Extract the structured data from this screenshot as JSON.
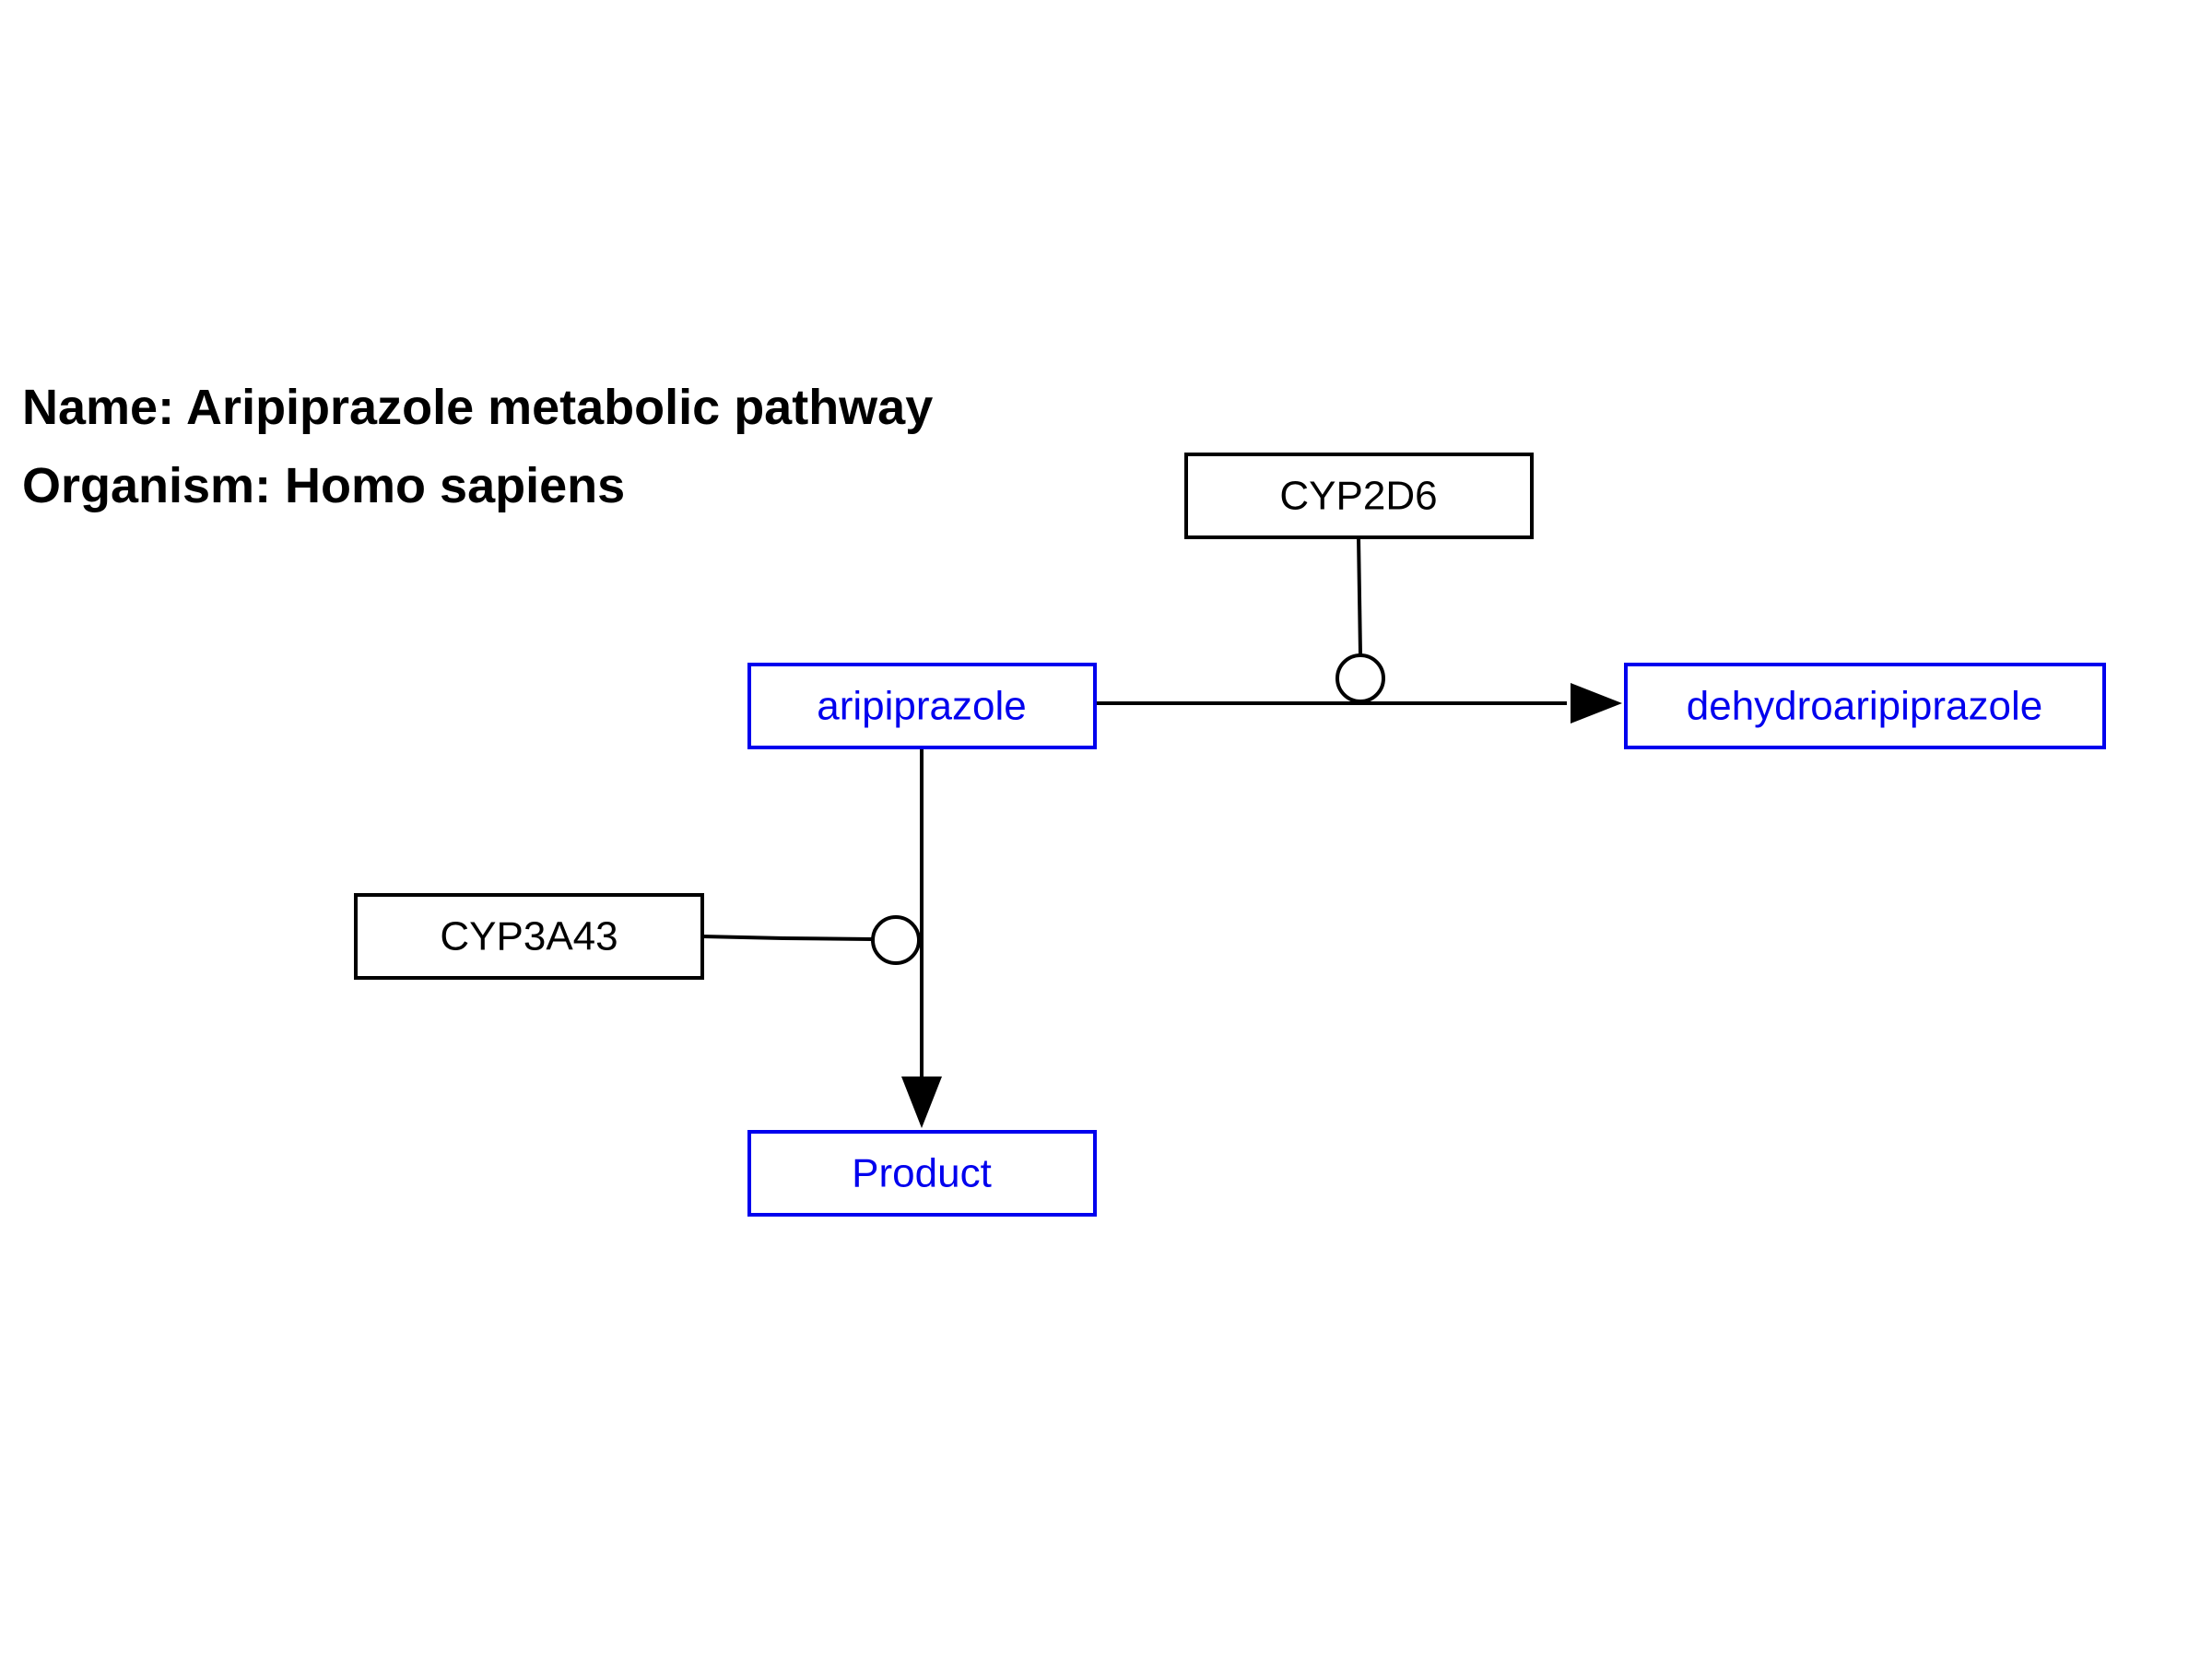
{
  "header": {
    "name_line": "Name: Aripiprazole metabolic pathway",
    "organism_line": "Organism: Homo sapiens"
  },
  "colors": {
    "metabolite": "#0000ee",
    "enzyme": "#000000",
    "edge": "#000000"
  },
  "nodes": {
    "aripiprazole": {
      "label": "aripiprazole",
      "kind": "metabolite"
    },
    "dehydroaripiprazole": {
      "label": "dehydroaripiprazole",
      "kind": "metabolite"
    },
    "product": {
      "label": "Product",
      "kind": "metabolite"
    },
    "cyp2d6": {
      "label": "CYP2D6",
      "kind": "enzyme"
    },
    "cyp3a43": {
      "label": "CYP3A43",
      "kind": "enzyme"
    }
  },
  "reactions": [
    {
      "from": "aripiprazole",
      "to": "dehydroaripiprazole",
      "catalyst": "cyp2d6"
    },
    {
      "from": "aripiprazole",
      "to": "product",
      "catalyst": "cyp3a43"
    }
  ]
}
